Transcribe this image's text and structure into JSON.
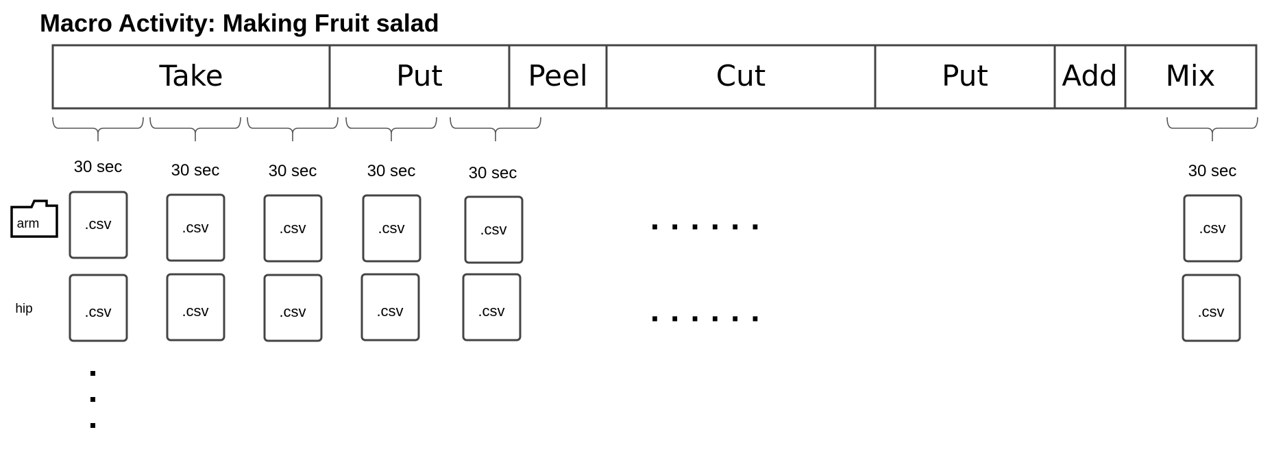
{
  "title": "Macro Activity: Making Fruit salad",
  "segments": [
    {
      "label": "Take",
      "clips": 3
    },
    {
      "label": "Put",
      "clips": 2
    },
    {
      "label": "Peel",
      "clips": 0
    },
    {
      "label": "Cut",
      "clips": 0
    },
    {
      "label": "Put",
      "clips": 0
    },
    {
      "label": "Add",
      "clips": 0
    },
    {
      "label": "Mix",
      "clips": 1
    }
  ],
  "clip_duration_label": "30 sec",
  "file_label": ".csv",
  "rows": [
    {
      "label": "arm",
      "icon": "folder-icon"
    },
    {
      "label": "hip",
      "icon": ""
    }
  ],
  "ellipsis": "· · · · · ·"
}
